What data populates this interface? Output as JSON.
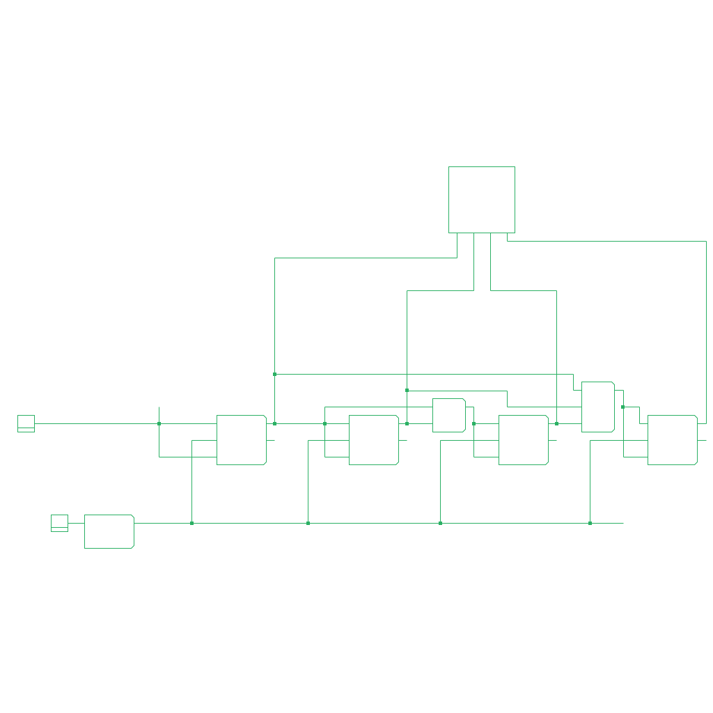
{
  "theme": {
    "line_color": "#2bb064",
    "background": "#ffffff"
  },
  "schematic": {
    "blocks": [
      {
        "id": "input-port-1",
        "kind": "port"
      },
      {
        "id": "input-port-2",
        "kind": "port"
      },
      {
        "id": "clock-buffer",
        "kind": "gate"
      },
      {
        "id": "flip-flop-1",
        "kind": "flip-flop"
      },
      {
        "id": "flip-flop-2",
        "kind": "flip-flop"
      },
      {
        "id": "logic-gate-1",
        "kind": "gate"
      },
      {
        "id": "flip-flop-3",
        "kind": "flip-flop"
      },
      {
        "id": "logic-gate-2",
        "kind": "gate"
      },
      {
        "id": "flip-flop-4",
        "kind": "flip-flop"
      },
      {
        "id": "control-block",
        "kind": "box"
      }
    ]
  }
}
